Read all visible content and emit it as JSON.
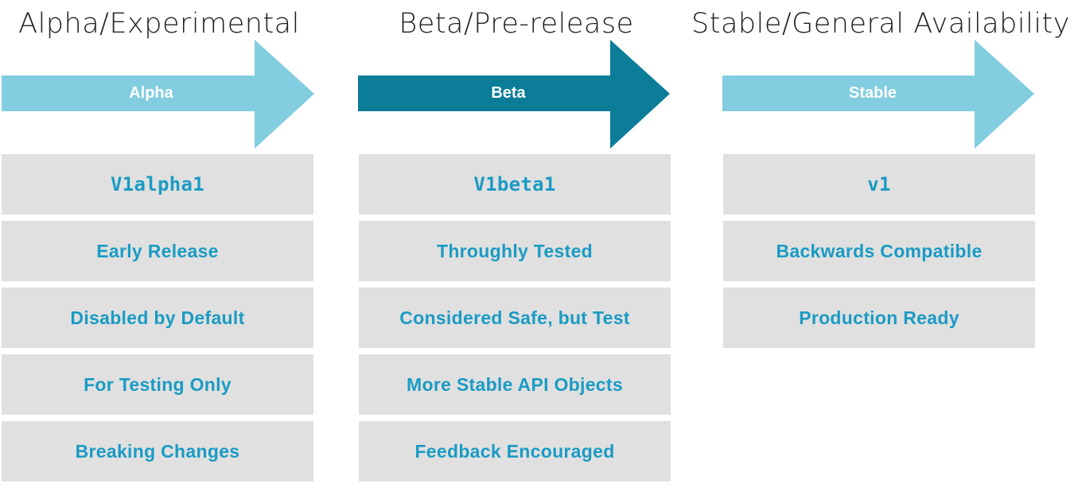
{
  "colors": {
    "arrow_light": "#82cde0",
    "arrow_dark": "#0b7d99",
    "card_bg": "#e0e0e0",
    "card_text": "#1a9bc4",
    "title_text": "#222222"
  },
  "stages": [
    {
      "title": "Alpha/Experimental",
      "arrow_label": "Alpha",
      "arrow_color": "#82cde0",
      "items": [
        "V1alpha1",
        "Early Release",
        "Disabled by Default",
        "For Testing Only",
        "Breaking Changes"
      ]
    },
    {
      "title": "Beta/Pre-release",
      "arrow_label": "Beta",
      "arrow_color": "#0b7d99",
      "items": [
        "V1beta1",
        "Throughly Tested",
        "Considered Safe, but Test",
        "More Stable API Objects",
        "Feedback Encouraged"
      ]
    },
    {
      "title": "Stable/General Availability",
      "arrow_label": "Stable",
      "arrow_color": "#82cde0",
      "items": [
        "v1",
        "Backwards Compatible",
        "Production Ready"
      ]
    }
  ]
}
